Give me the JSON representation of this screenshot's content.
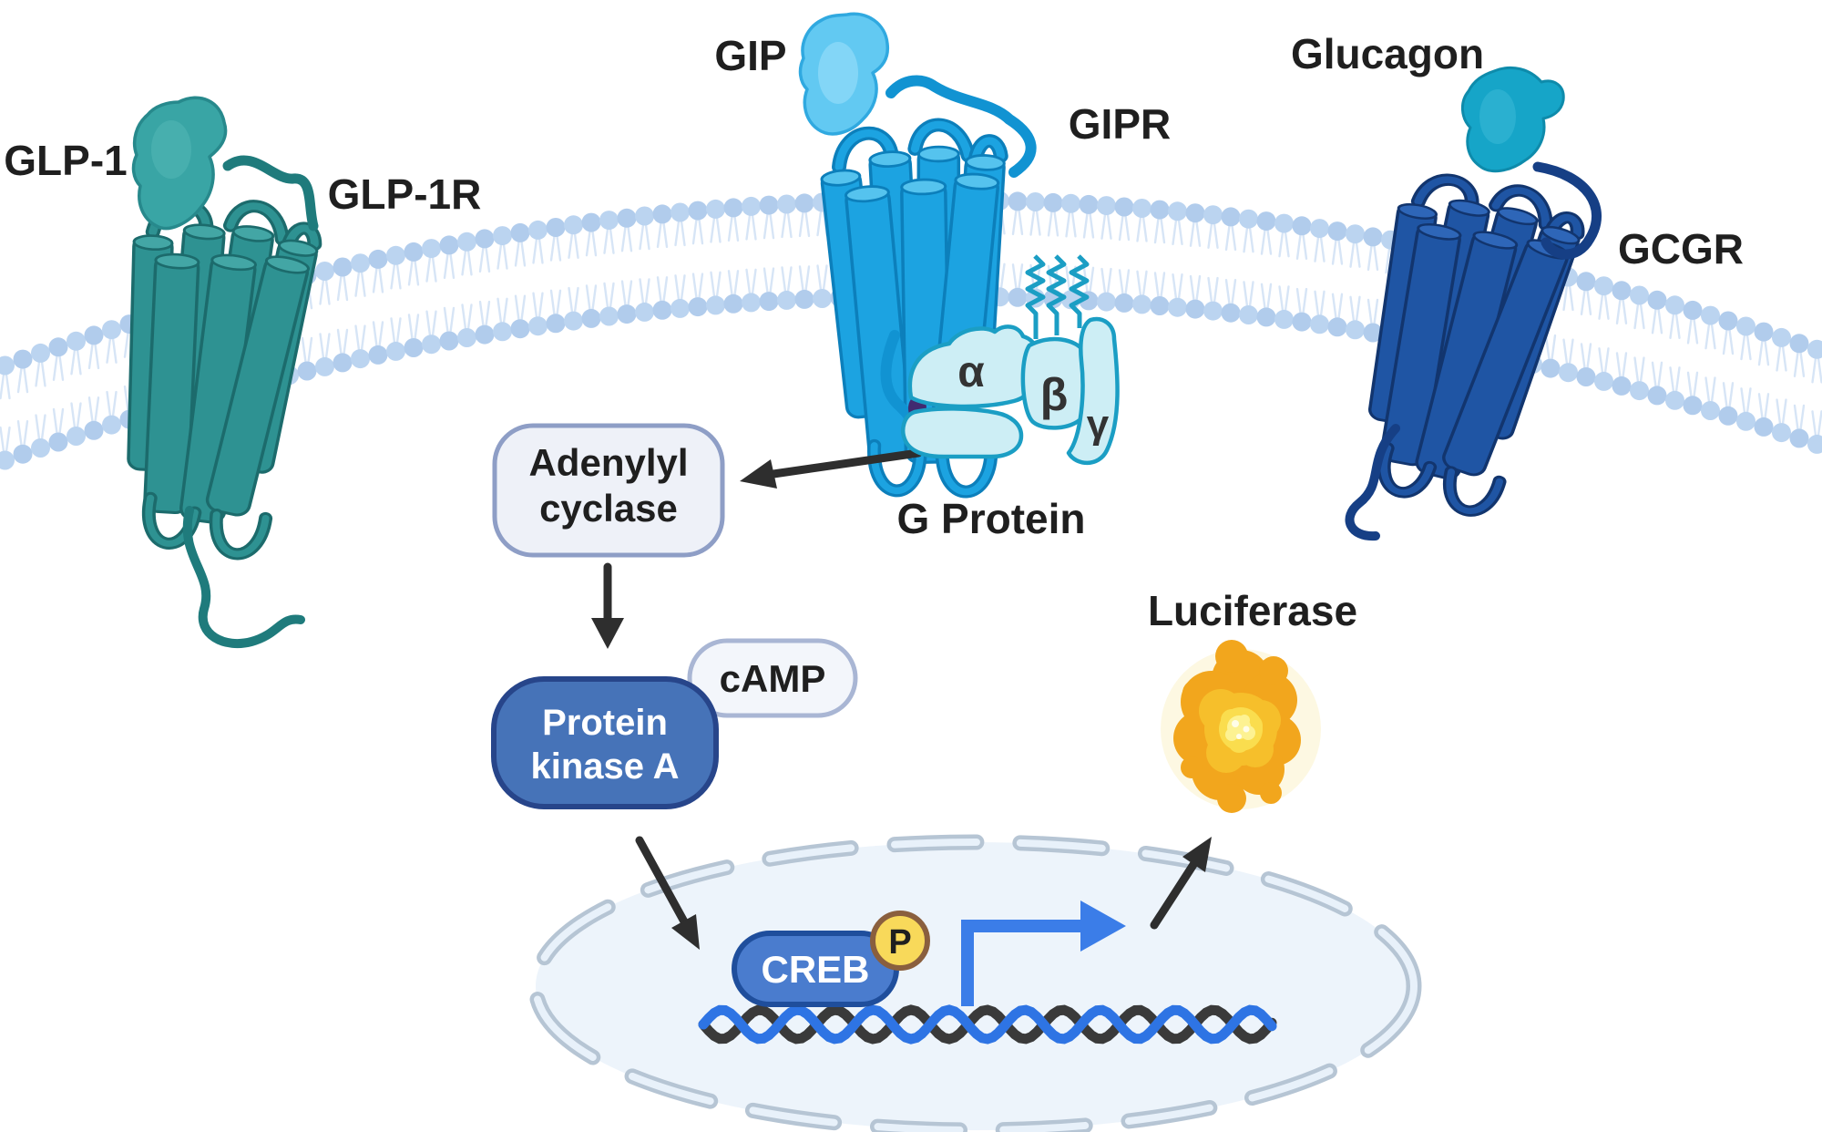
{
  "pathway": {
    "ligands": [
      {
        "label": "GLP-1"
      },
      {
        "label": "GIP"
      },
      {
        "label": "Glucagon"
      }
    ],
    "receptors": [
      {
        "label": "GLP-1R"
      },
      {
        "label": "GIPR"
      },
      {
        "label": "GCGR"
      }
    ],
    "g_protein": {
      "label": "G Protein",
      "alpha": "α",
      "beta": "β",
      "gamma": "γ"
    },
    "adenylyl_cyclase": {
      "line1": "Adenylyl",
      "line2": "cyclase"
    },
    "camp": {
      "label": "cAMP"
    },
    "protein_kinase_a": {
      "line1": "Protein",
      "line2": "kinase A"
    },
    "creb": {
      "label": "CREB"
    },
    "phosphate": {
      "label": "P"
    },
    "luciferase": {
      "label": "Luciferase"
    }
  },
  "colors": {
    "glp1r_teal": "#2E9292",
    "gipr_azure": "#1CA3E1",
    "gcgr_navy": "#1F55A4",
    "g_protein_fill": "#CDEEF5",
    "g_protein_stroke": "#1B9EC4",
    "node_box_fill": "#EEF1F8",
    "node_box_stroke": "#8E9EC6",
    "pka_fill": "#4673B8",
    "creb_fill": "#4A7CCE",
    "blue_box_stroke": "#27458A",
    "phosphate_fill": "#F8D95A",
    "phosphate_ring": "#8A5F3E",
    "membrane_head": "#BBD4F0",
    "nucleus_fill": "#EDF4FB",
    "nucleus_border": "#B6C5D4",
    "dna_strand_dark": "#3A3A3A",
    "dna_strand_blue": "#2E74E4",
    "transcription_arrow": "#3B7DE8",
    "luciferase_orange": "#F2A61D",
    "arrow_black": "#2E2E2E"
  }
}
